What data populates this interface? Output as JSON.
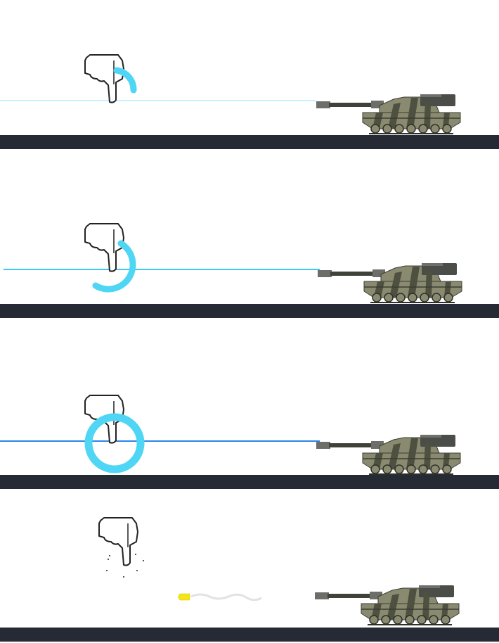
{
  "colors": {
    "ground": "#262a35",
    "aim_line_faint": "#b5ecf7",
    "aim_line_mid": "#3cc9ef",
    "aim_line_strong": "#2a86e6",
    "charge_ring": "#4fd6f5",
    "tank_camo_light": "#8a8a70",
    "tank_camo_dark": "#4e5040",
    "bullet": "#f2e51c"
  },
  "panels": [
    {
      "step": 1,
      "charge_progress": 0.2,
      "icon": "hand-pointing-down-icon"
    },
    {
      "step": 2,
      "charge_progress": 0.7,
      "icon": "hand-pointing-down-icon"
    },
    {
      "step": 3,
      "charge_progress": 1.0,
      "icon": "hand-pointing-down-icon"
    },
    {
      "step": 4,
      "charge_progress": 0,
      "icon": "hand-pointing-down-icon",
      "bullet_fired": true
    }
  ]
}
